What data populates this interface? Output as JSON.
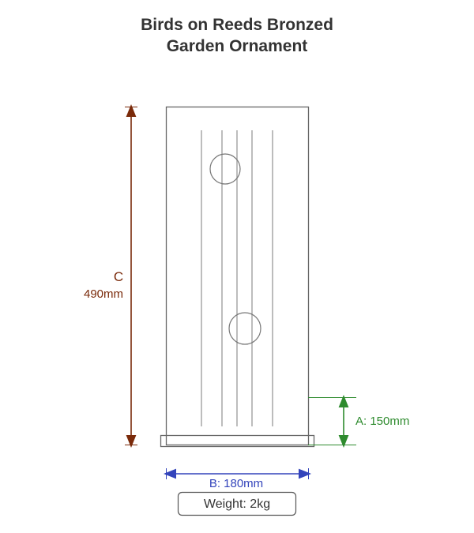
{
  "title_line1": "Birds on Reeds Bronzed",
  "title_line2": "Garden Ornament",
  "dimensions": {
    "c_letter": "C",
    "c_value": "490mm",
    "a_label": "A: 150mm",
    "b_label": "B: 180mm",
    "weight": "Weight: 2kg"
  },
  "colors": {
    "c_dimension": "#7a2a0a",
    "a_dimension": "#2e8b2e",
    "b_dimension": "#3344bb",
    "outline": "#666666",
    "reeds": "#999999"
  }
}
